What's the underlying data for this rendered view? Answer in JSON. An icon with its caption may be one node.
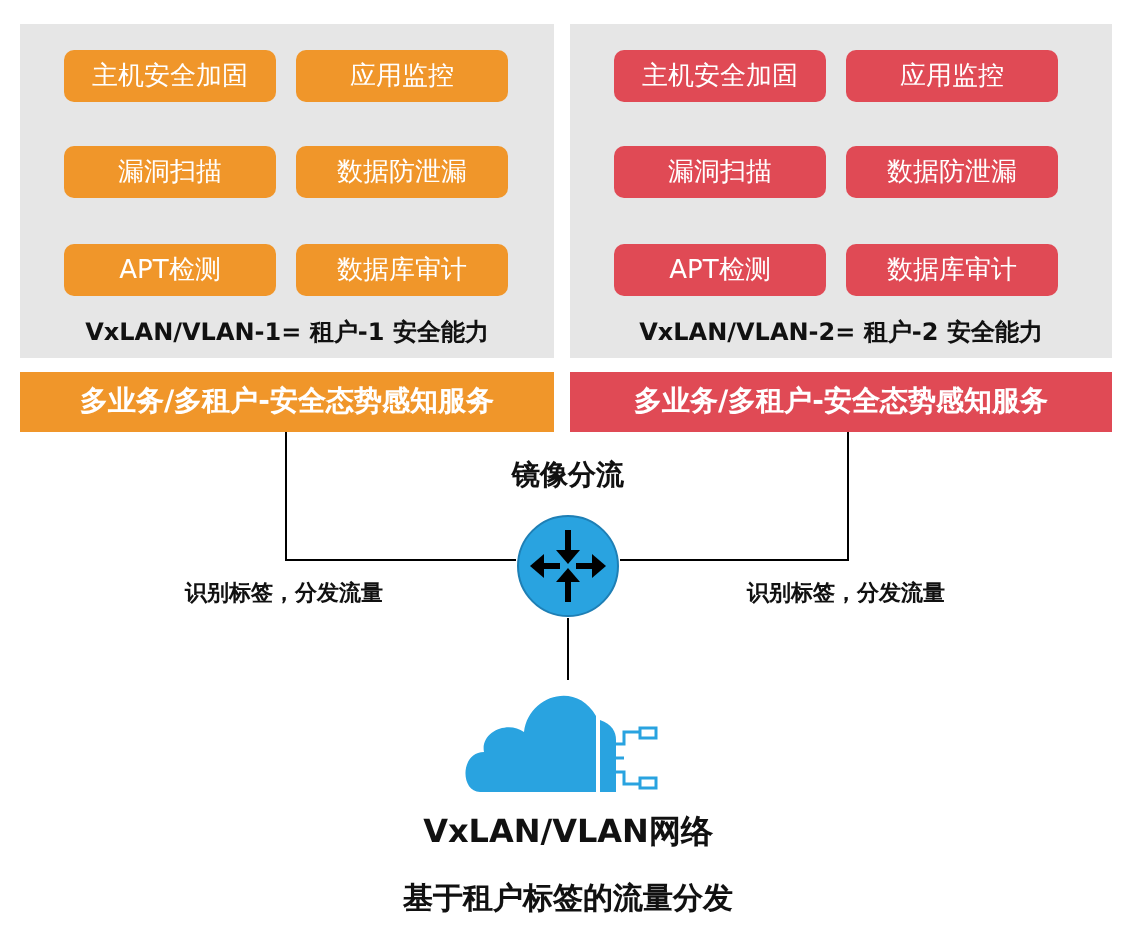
{
  "diagram": {
    "caption": "基于租户标签的流量分发",
    "nodes": [
      {
        "text": [
          "VxLAN/VLAN-1= 租户-1 安全能力"
        ]
      },
      {
        "text": [
          "主机安全加固"
        ],
        "in": 0
      },
      {
        "text": [
          "应用监控"
        ],
        "in": 0
      },
      {
        "text": [
          "漏洞扫描"
        ],
        "in": 0
      },
      {
        "text": [
          "数据防泄漏"
        ],
        "in": 0
      },
      {
        "text": [
          "APT检测"
        ],
        "in": 0
      },
      {
        "text": [
          "数据库审计"
        ],
        "in": 0
      },
      {
        "text": [
          "VxLAN/VLAN-2= 租户-2 安全能力"
        ]
      },
      {
        "text": [
          "主机安全加固"
        ],
        "in": 7
      },
      {
        "text": [
          "应用监控"
        ],
        "in": 7
      },
      {
        "text": [
          "漏洞扫描"
        ],
        "in": 7
      },
      {
        "text": [
          "数据防泄漏"
        ],
        "in": 7
      },
      {
        "text": [
          "APT检测"
        ],
        "in": 7
      },
      {
        "text": [
          "数据库审计"
        ],
        "in": 7
      },
      {
        "text": [
          "多业务/多租户-安全态势感知服务"
        ]
      },
      {
        "text": [
          "多业务/多租户-安全态势感知服务"
        ]
      },
      {
        "text": [],
        "shape": "circle",
        "beside": [
          "镜像分流"
        ]
      },
      {
        "text": [],
        "shape": "cloud",
        "beside": [
          "VxLAN/VLAN网络"
        ]
      }
    ],
    "edges": [
      {
        "from": 14,
        "to": 16,
        "arrow": "none",
        "label": "识别标签，分发流量"
      },
      {
        "from": 15,
        "to": 16,
        "arrow": "none",
        "label": "识别标签，分发流量"
      },
      {
        "from": 16,
        "to": 17,
        "arrow": "none"
      }
    ]
  }
}
